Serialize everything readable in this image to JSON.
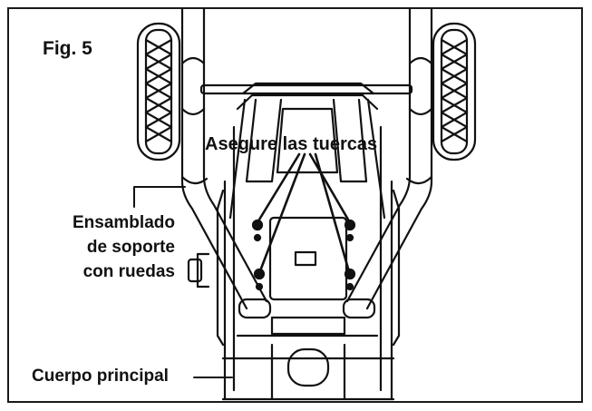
{
  "figure": {
    "number_label": "Fig. 5",
    "callouts": {
      "secure_nuts": "Asegure las tuercas",
      "wheel_assembly": [
        "Ensamblado",
        "de soporte",
        "con ruedas"
      ],
      "main_body": "Cuerpo principal"
    }
  },
  "colors": {
    "line": "#111111",
    "background": "#ffffff"
  }
}
